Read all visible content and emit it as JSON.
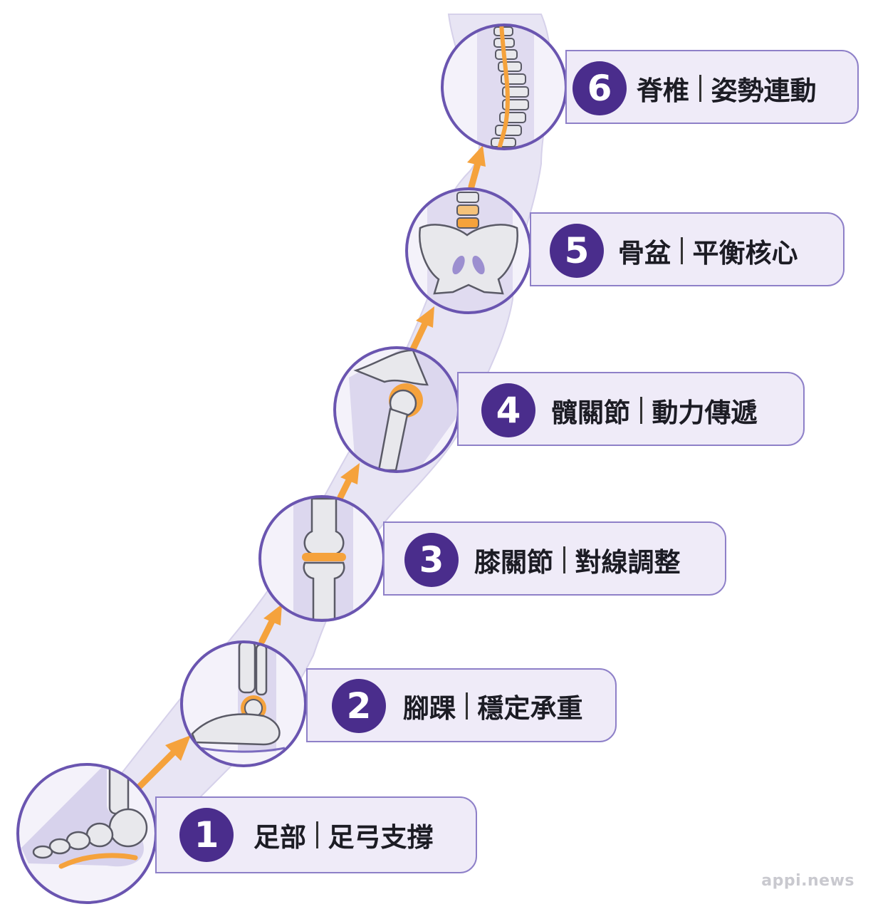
{
  "stages": [
    {
      "number": "1",
      "part": "足部",
      "function": "足弓支撐",
      "icon": "foot-arch-icon"
    },
    {
      "number": "2",
      "part": "腳踝",
      "function": "穩定承重",
      "icon": "ankle-icon"
    },
    {
      "number": "3",
      "part": "膝關節",
      "function": "對線調整",
      "icon": "knee-icon"
    },
    {
      "number": "4",
      "part": "髖關節",
      "function": "動力傳遞",
      "icon": "hip-joint-icon"
    },
    {
      "number": "5",
      "part": "骨盆",
      "function": "平衡核心",
      "icon": "pelvis-icon"
    },
    {
      "number": "6",
      "part": "脊椎",
      "function": "姿勢連動",
      "icon": "spine-icon"
    }
  ],
  "watermark": "appi.news",
  "colors": {
    "accent_purple": "#4a2d8c",
    "ring_purple": "#6a55b0",
    "pill_fill": "#efebf8",
    "highlight_orange": "#f5a23c",
    "bone": "#e8e8ec",
    "body_band": "#d6d1ec"
  }
}
